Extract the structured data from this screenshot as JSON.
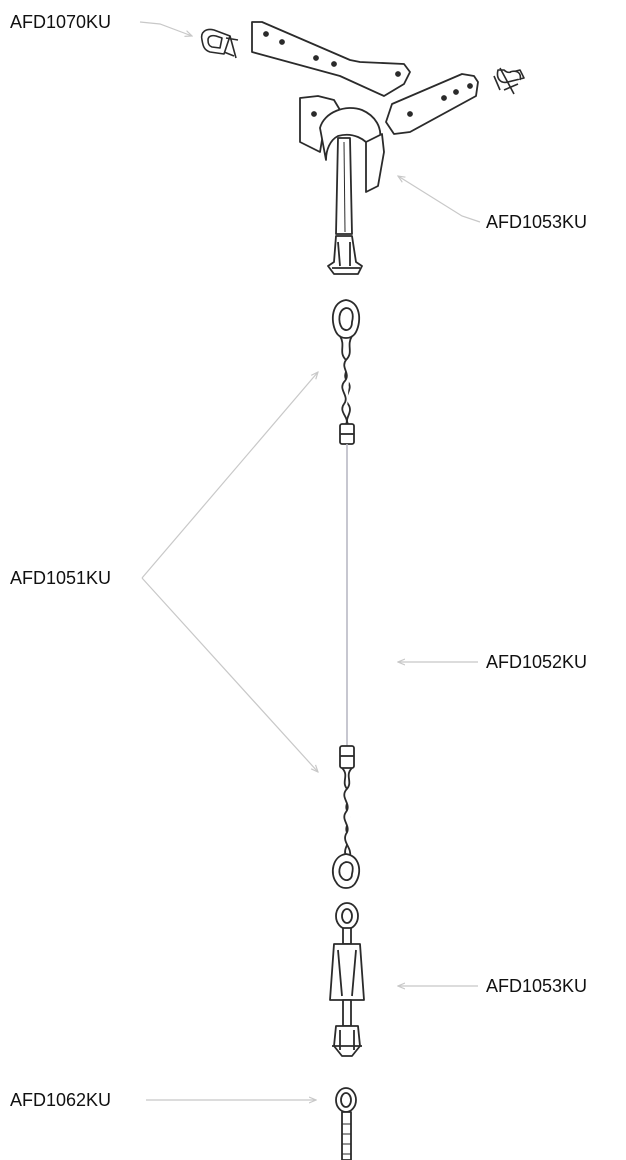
{
  "diagram": {
    "labels": {
      "bracket_clip": "AFD1070KU",
      "wall_bracket": "AFD1053KU",
      "wire_loop": "AFD1051KU",
      "wire_rope": "AFD1052KU",
      "turnbuckle": "AFD1053KU",
      "eye_bolt": "AFD1062KU"
    },
    "colors": {
      "line_art": "#2b2b2b",
      "leader_lines": "#c8c8c8",
      "wire": "#b9b9c4",
      "label_text": "#111111",
      "background": "#ffffff"
    }
  }
}
